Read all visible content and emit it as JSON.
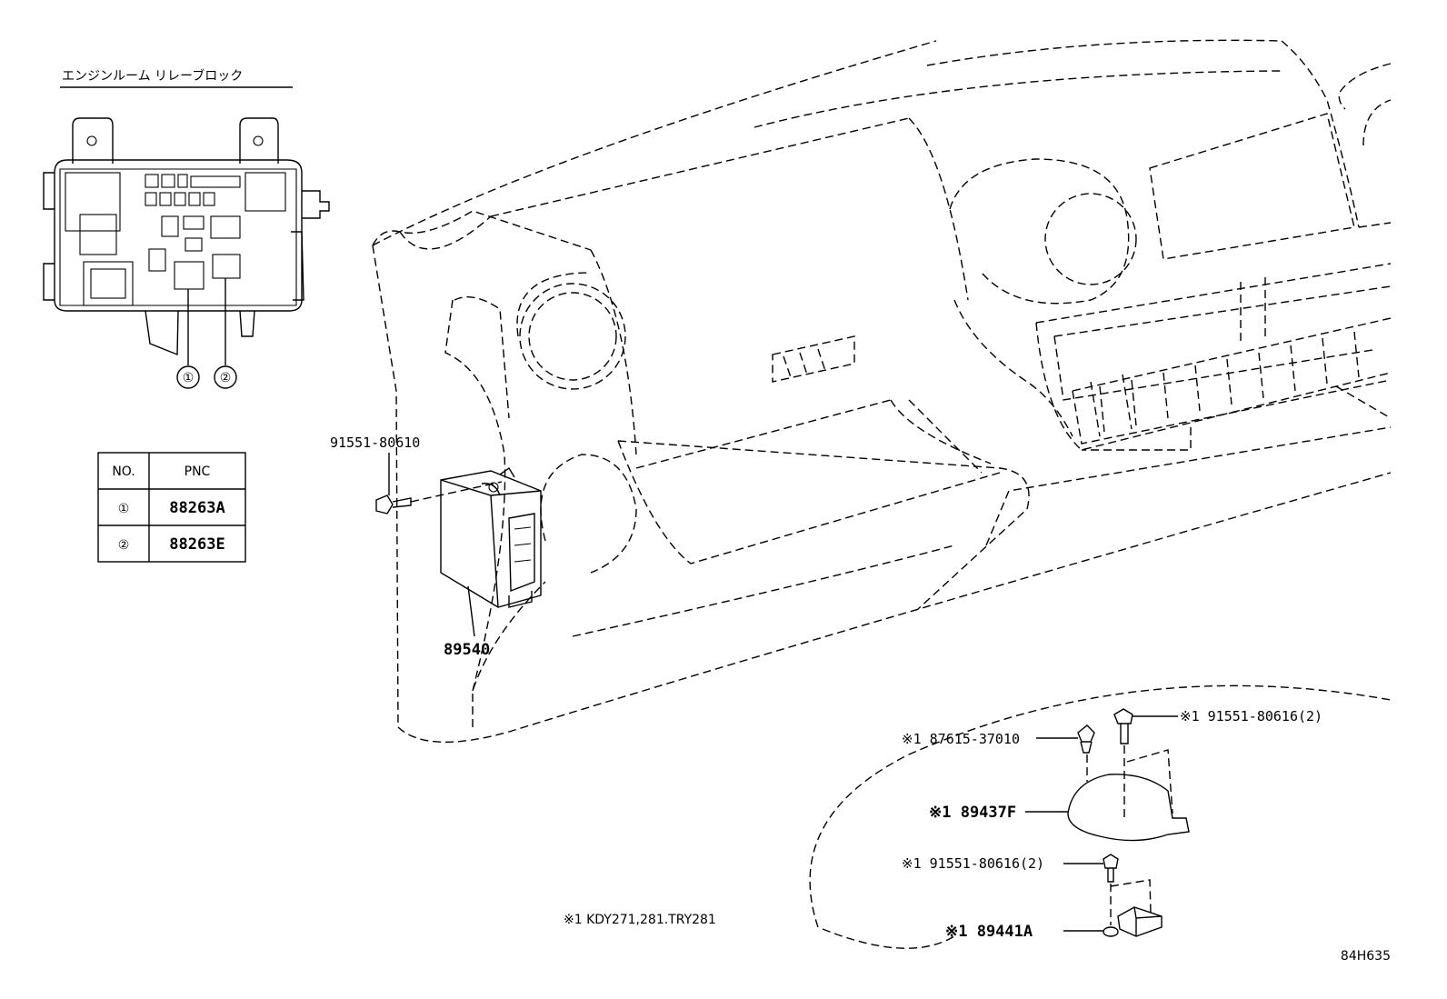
{
  "relay_block": {
    "title": "エンジンルーム リレーブロック",
    "callouts": [
      "①",
      "②"
    ]
  },
  "table": {
    "headers": [
      "NO.",
      "PNC"
    ],
    "rows": [
      {
        "no": "①",
        "pnc": "88263A"
      },
      {
        "no": "②",
        "pnc": "88263E"
      }
    ]
  },
  "parts": {
    "bolt_top": "91551-80610",
    "module": "89540",
    "clip": "※1 87615-37010",
    "bolt_upper_right": "※1 91551-80616(2)",
    "bracket": "※1 89437F",
    "bolt_lower": "※1 91551-80616(2)",
    "sensor": "※1 89441A"
  },
  "footnote": "※1 KDY271,281.TRY281",
  "diagram_id": "84H635"
}
